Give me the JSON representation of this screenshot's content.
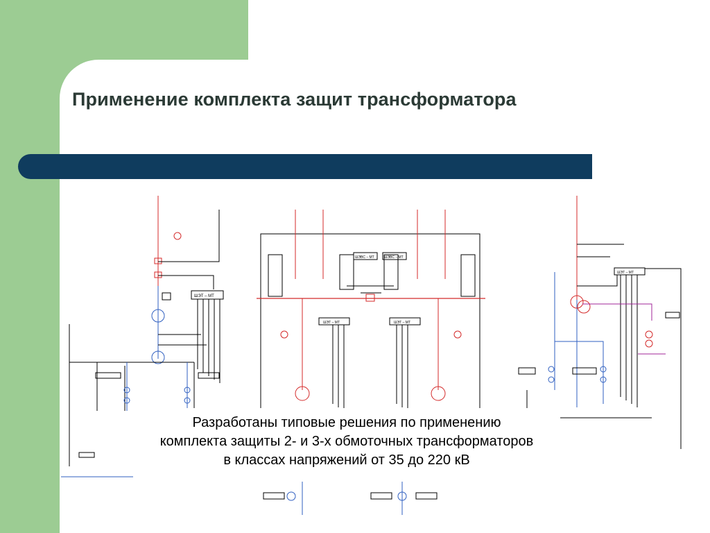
{
  "slide": {
    "title": "Применение комплекта защит трансформатора",
    "caption_line1": "Разработаны типовые решения по применению",
    "caption_line2": "комплекта защиты 2- и 3-х обмоточных трансформаторов",
    "caption_line3": "в классах напряжений от 35 до 220 кВ"
  },
  "diagram": {
    "device_labels": {
      "left": "ШЭТ – МТ",
      "center_top_left": "ШЭВС – МТ",
      "center_top_right": "ШЭВС – МТ",
      "center_bottom_left": "ШЭТ – МТ",
      "center_bottom_right": "ШЭТ – МТ",
      "right": "ШЭТ – МТ"
    }
  },
  "colors": {
    "green": "#9ccc93",
    "bar": "#0f3c5e",
    "red": "#d42a2a",
    "blue": "#2f5fc0",
    "magenta": "#a0259a"
  }
}
